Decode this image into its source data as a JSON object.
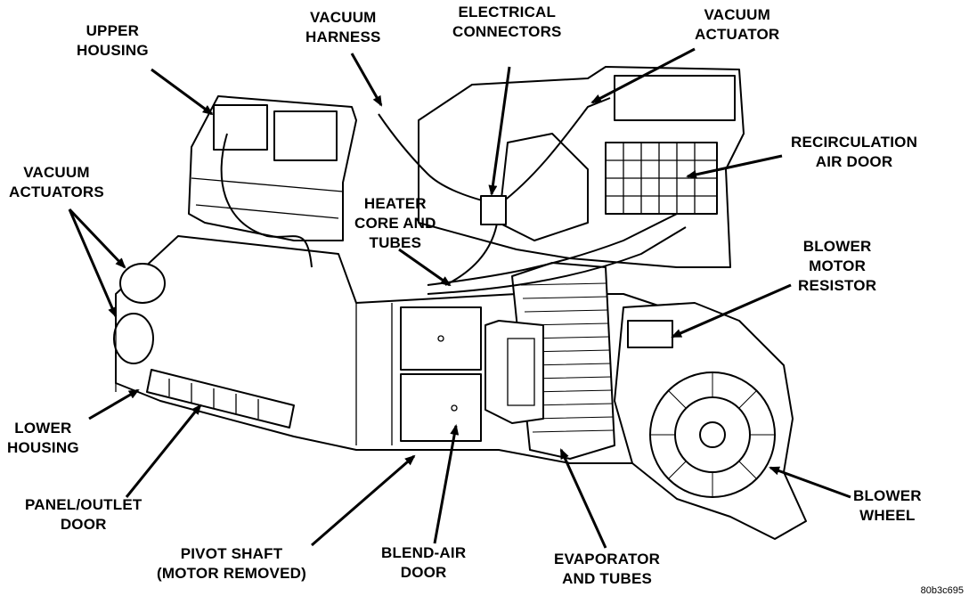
{
  "diagram": {
    "labels": {
      "upper_housing": [
        "UPPER",
        "HOUSING"
      ],
      "vacuum_harness": [
        "VACUUM",
        "HARNESS"
      ],
      "electrical_connectors": [
        "ELECTRICAL",
        "CONNECTORS"
      ],
      "vacuum_actuator": [
        "VACUUM",
        "ACTUATOR"
      ],
      "recirculation_air_door": [
        "RECIRCULATION",
        "AIR DOOR"
      ],
      "vacuum_actuators": [
        "VACUUM",
        "ACTUATORS"
      ],
      "heater_core_and_tubes": [
        "HEATER",
        "CORE AND",
        "TUBES"
      ],
      "blower_motor_resistor": [
        "BLOWER",
        "MOTOR",
        "RESISTOR"
      ],
      "lower_housing": [
        "LOWER",
        "HOUSING"
      ],
      "panel_outlet_door": [
        "PANEL/OUTLET",
        "DOOR"
      ],
      "blower_wheel": [
        "BLOWER",
        "WHEEL"
      ],
      "pivot_shaft": [
        "PIVOT SHAFT",
        "(MOTOR REMOVED)"
      ],
      "blend_air_door": [
        "BLEND-AIR",
        "DOOR"
      ],
      "evaporator_and_tubes": [
        "EVAPORATOR",
        "AND TUBES"
      ]
    },
    "figure_code": "80b3c695"
  }
}
